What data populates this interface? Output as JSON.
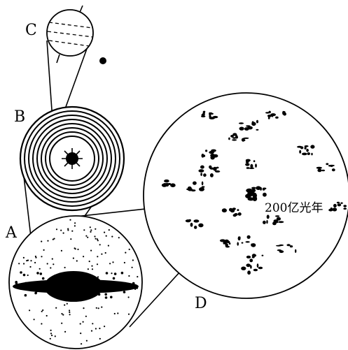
{
  "labels": {
    "a": "A",
    "b": "B",
    "c": "C",
    "d": "D"
  },
  "scale_label": "200亿光年",
  "colors": {
    "ink": "#000000",
    "background": "#ffffff"
  }
}
